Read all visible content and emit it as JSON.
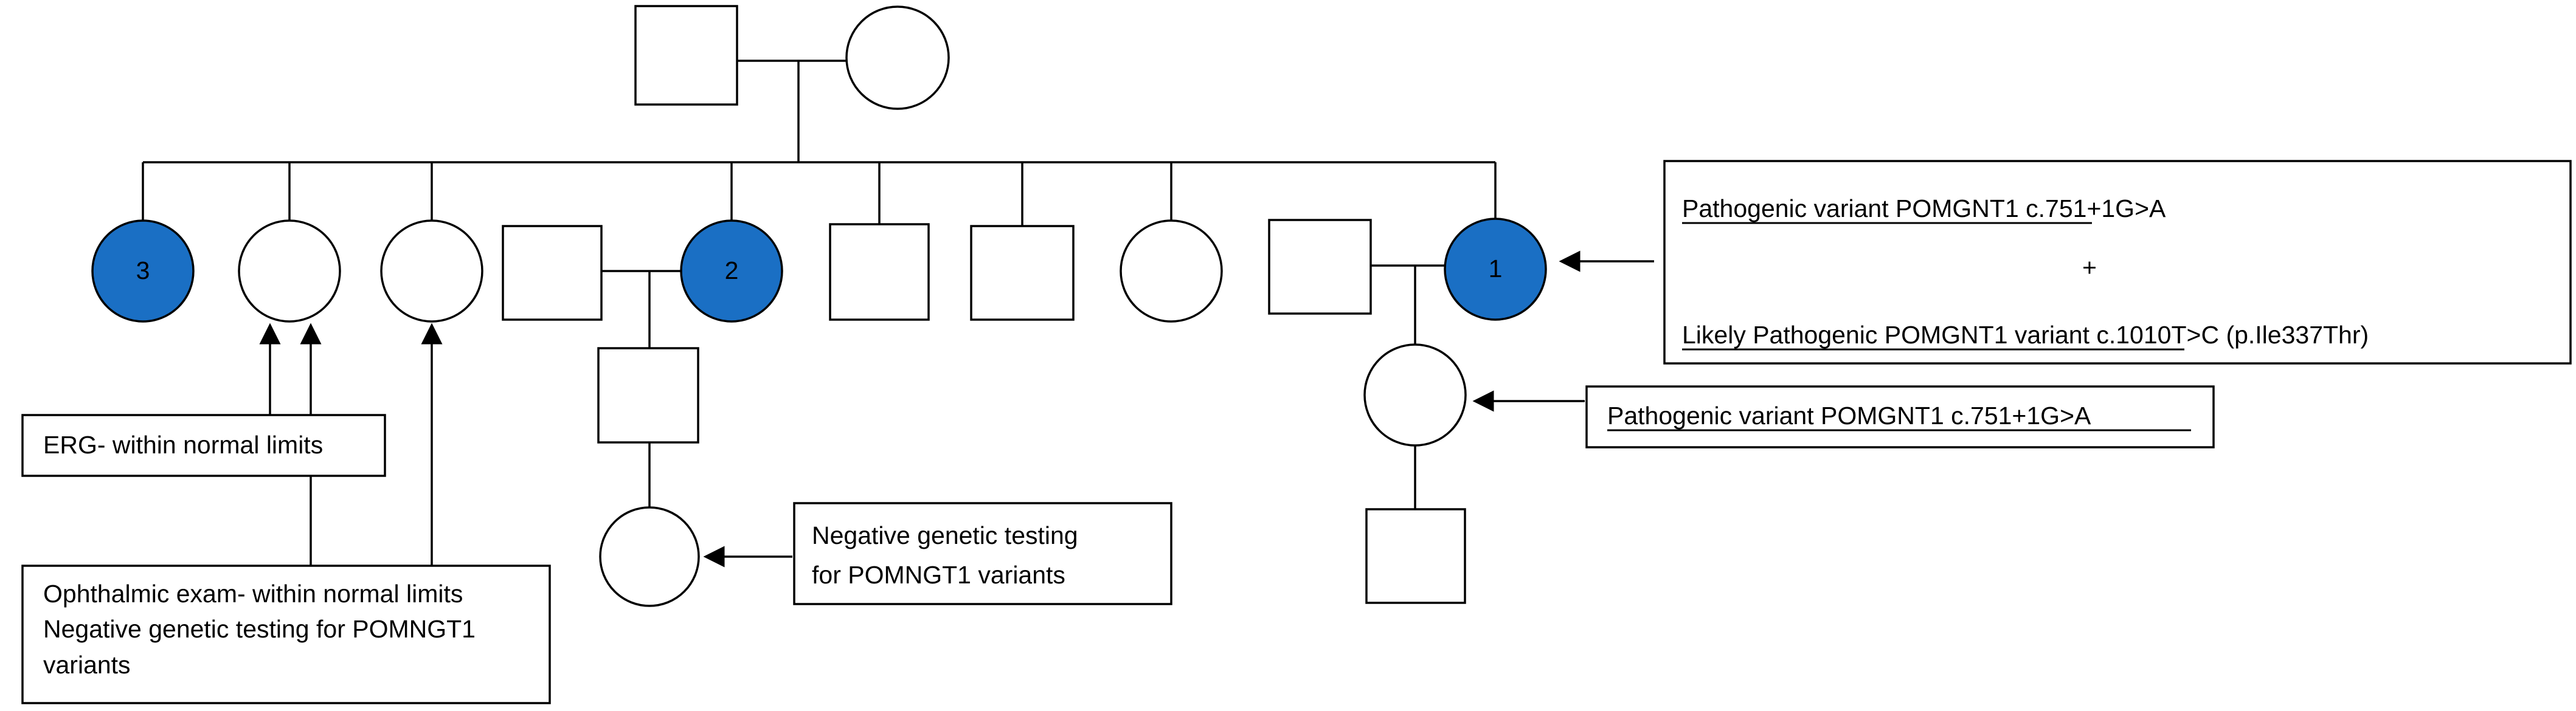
{
  "colors": {
    "affected": "#1a6fc4",
    "line": "#000000"
  },
  "individuals": {
    "proband_1": {
      "label": "1"
    },
    "sibling_2": {
      "label": "2"
    },
    "sibling_3": {
      "label": "3"
    }
  },
  "annotations": {
    "proband": {
      "line1_underlined": "Pathogenic variant POMGNT1 ",
      "line1_plain": "c.751+1G>A",
      "plus": "+",
      "line2_underlined": "Likely Pathogenic  POMGNT1 variant ",
      "line2_plain": " c.1010T>C (p.Ile337Thr)"
    },
    "daughter": {
      "text": "Pathogenic variant  POMGNT1 c.751+1G>A"
    },
    "grandchild": {
      "line1": "Negative genetic testing",
      "line2": "for POMNGT1 variants"
    },
    "erg": {
      "text": "ERG- within normal limits"
    },
    "ophthalmic": {
      "line1": "Ophthalmic exam- within normal limits",
      "line2": "Negative genetic testing for POMNGT1",
      "line3": "variants"
    }
  }
}
